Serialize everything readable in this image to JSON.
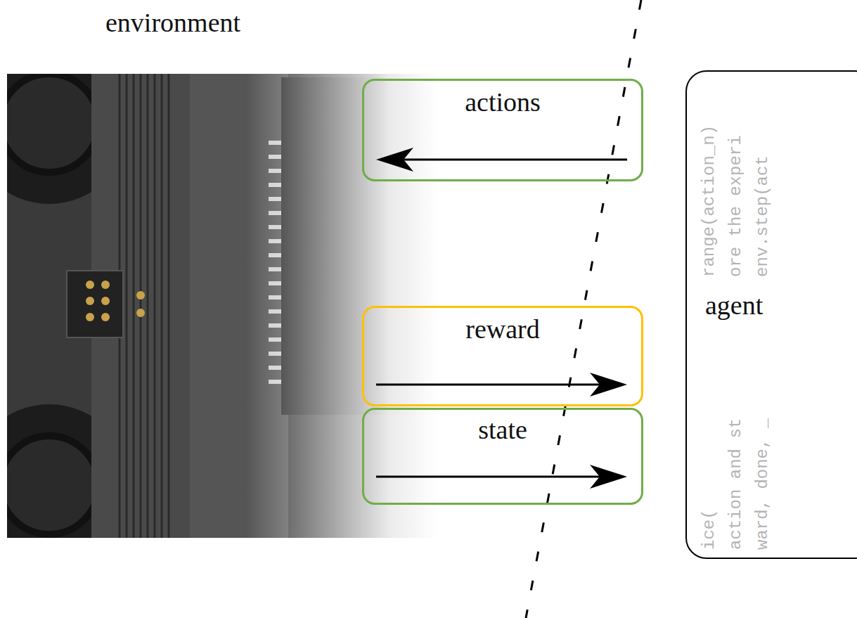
{
  "diagram": {
    "title": "environment",
    "nodes": [
      {
        "text": [
          "actions"
        ]
      },
      {
        "text": [
          "reward"
        ]
      },
      {
        "text": [
          "state"
        ]
      },
      {
        "text": [
          "agent"
        ]
      }
    ],
    "labels": [
      "ice(",
      "range(action_n)",
      "action and st",
      "ore the experi",
      "ward, done, _",
      "env.step(act"
    ]
  }
}
